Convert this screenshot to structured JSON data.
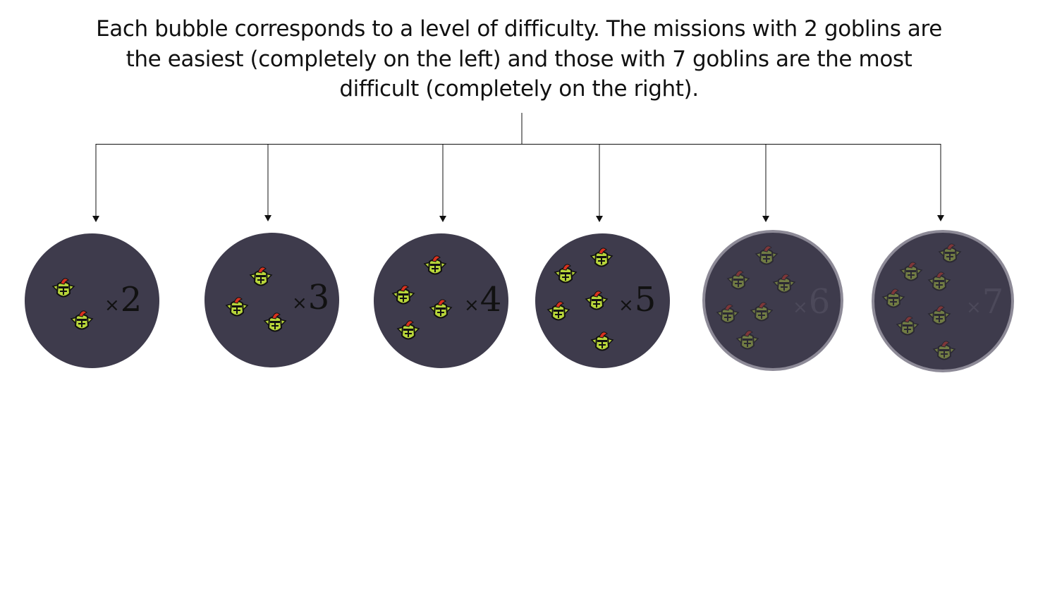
{
  "intro": {
    "text": "Each bubble corresponds to a level of difficulty. The missions with 2 goblins are the easiest (completely on the left) and those with 7 goblins are the most difficult (completely on the right)."
  },
  "levels": [
    {
      "times": "×",
      "count": "2",
      "goblins": 2,
      "state": "active"
    },
    {
      "times": "×",
      "count": "3",
      "goblins": 3,
      "state": "active"
    },
    {
      "times": "×",
      "count": "4",
      "goblins": 4,
      "state": "active"
    },
    {
      "times": "×",
      "count": "5",
      "goblins": 5,
      "state": "active"
    },
    {
      "times": "×",
      "count": "6",
      "goblins": 6,
      "state": "locked"
    },
    {
      "times": "×",
      "count": "7",
      "goblins": 7,
      "state": "locked"
    }
  ],
  "colors": {
    "bubble": "#3e3b4c",
    "locked_rim": "#8d8a97",
    "goblin_face": "#b8d63a",
    "goblin_crest": "#d9321f",
    "goblin_outline": "#111111"
  },
  "icons": {
    "goblin": "goblin-head-icon",
    "arrow": "arrow-down-icon"
  }
}
